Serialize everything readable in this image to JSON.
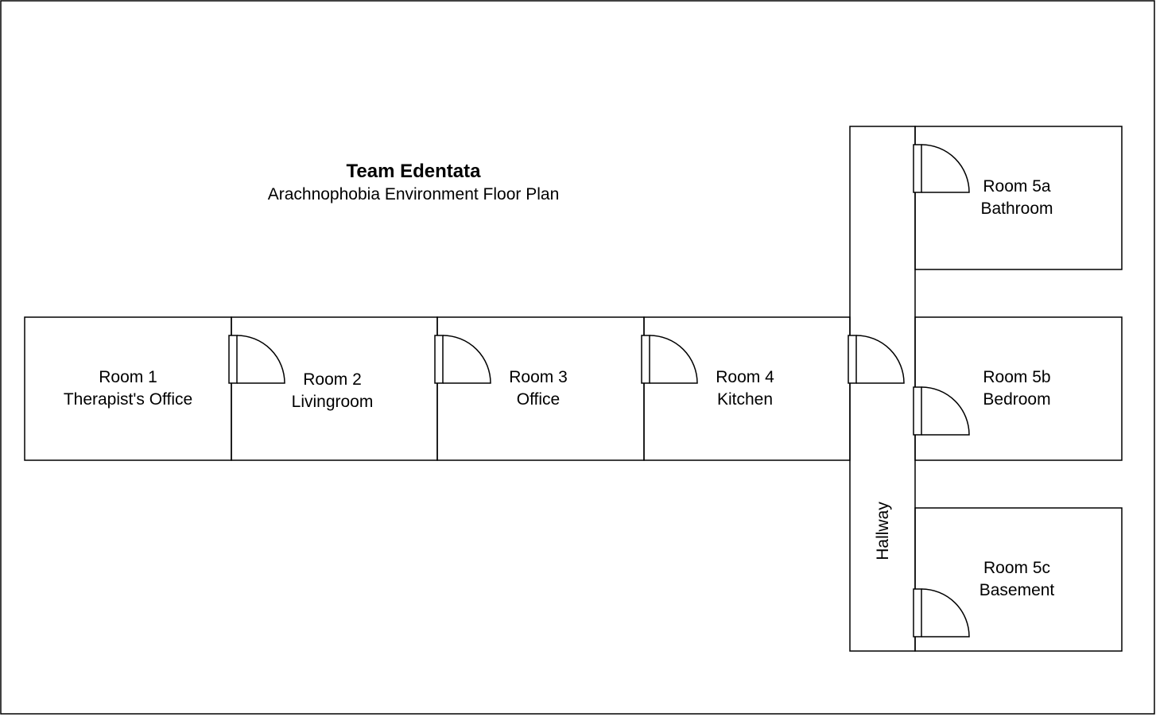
{
  "title": {
    "main": "Team Edentata",
    "subtitle": "Arachnophobia Environment Floor Plan"
  },
  "rooms": {
    "room1": {
      "number": "Room 1",
      "name": "Therapist's Office"
    },
    "room2": {
      "number": "Room 2",
      "name": "Livingroom"
    },
    "room3": {
      "number": "Room 3",
      "name": "Office"
    },
    "room4": {
      "number": "Room 4",
      "name": "Kitchen"
    },
    "room5a": {
      "number": "Room 5a",
      "name": "Bathroom"
    },
    "room5b": {
      "number": "Room 5b",
      "name": "Bedroom"
    },
    "room5c": {
      "number": "Room 5c",
      "name": "Basement"
    }
  },
  "hallway": {
    "label": "Hallway"
  },
  "colors": {
    "stroke": "#000000",
    "background": "#ffffff"
  }
}
